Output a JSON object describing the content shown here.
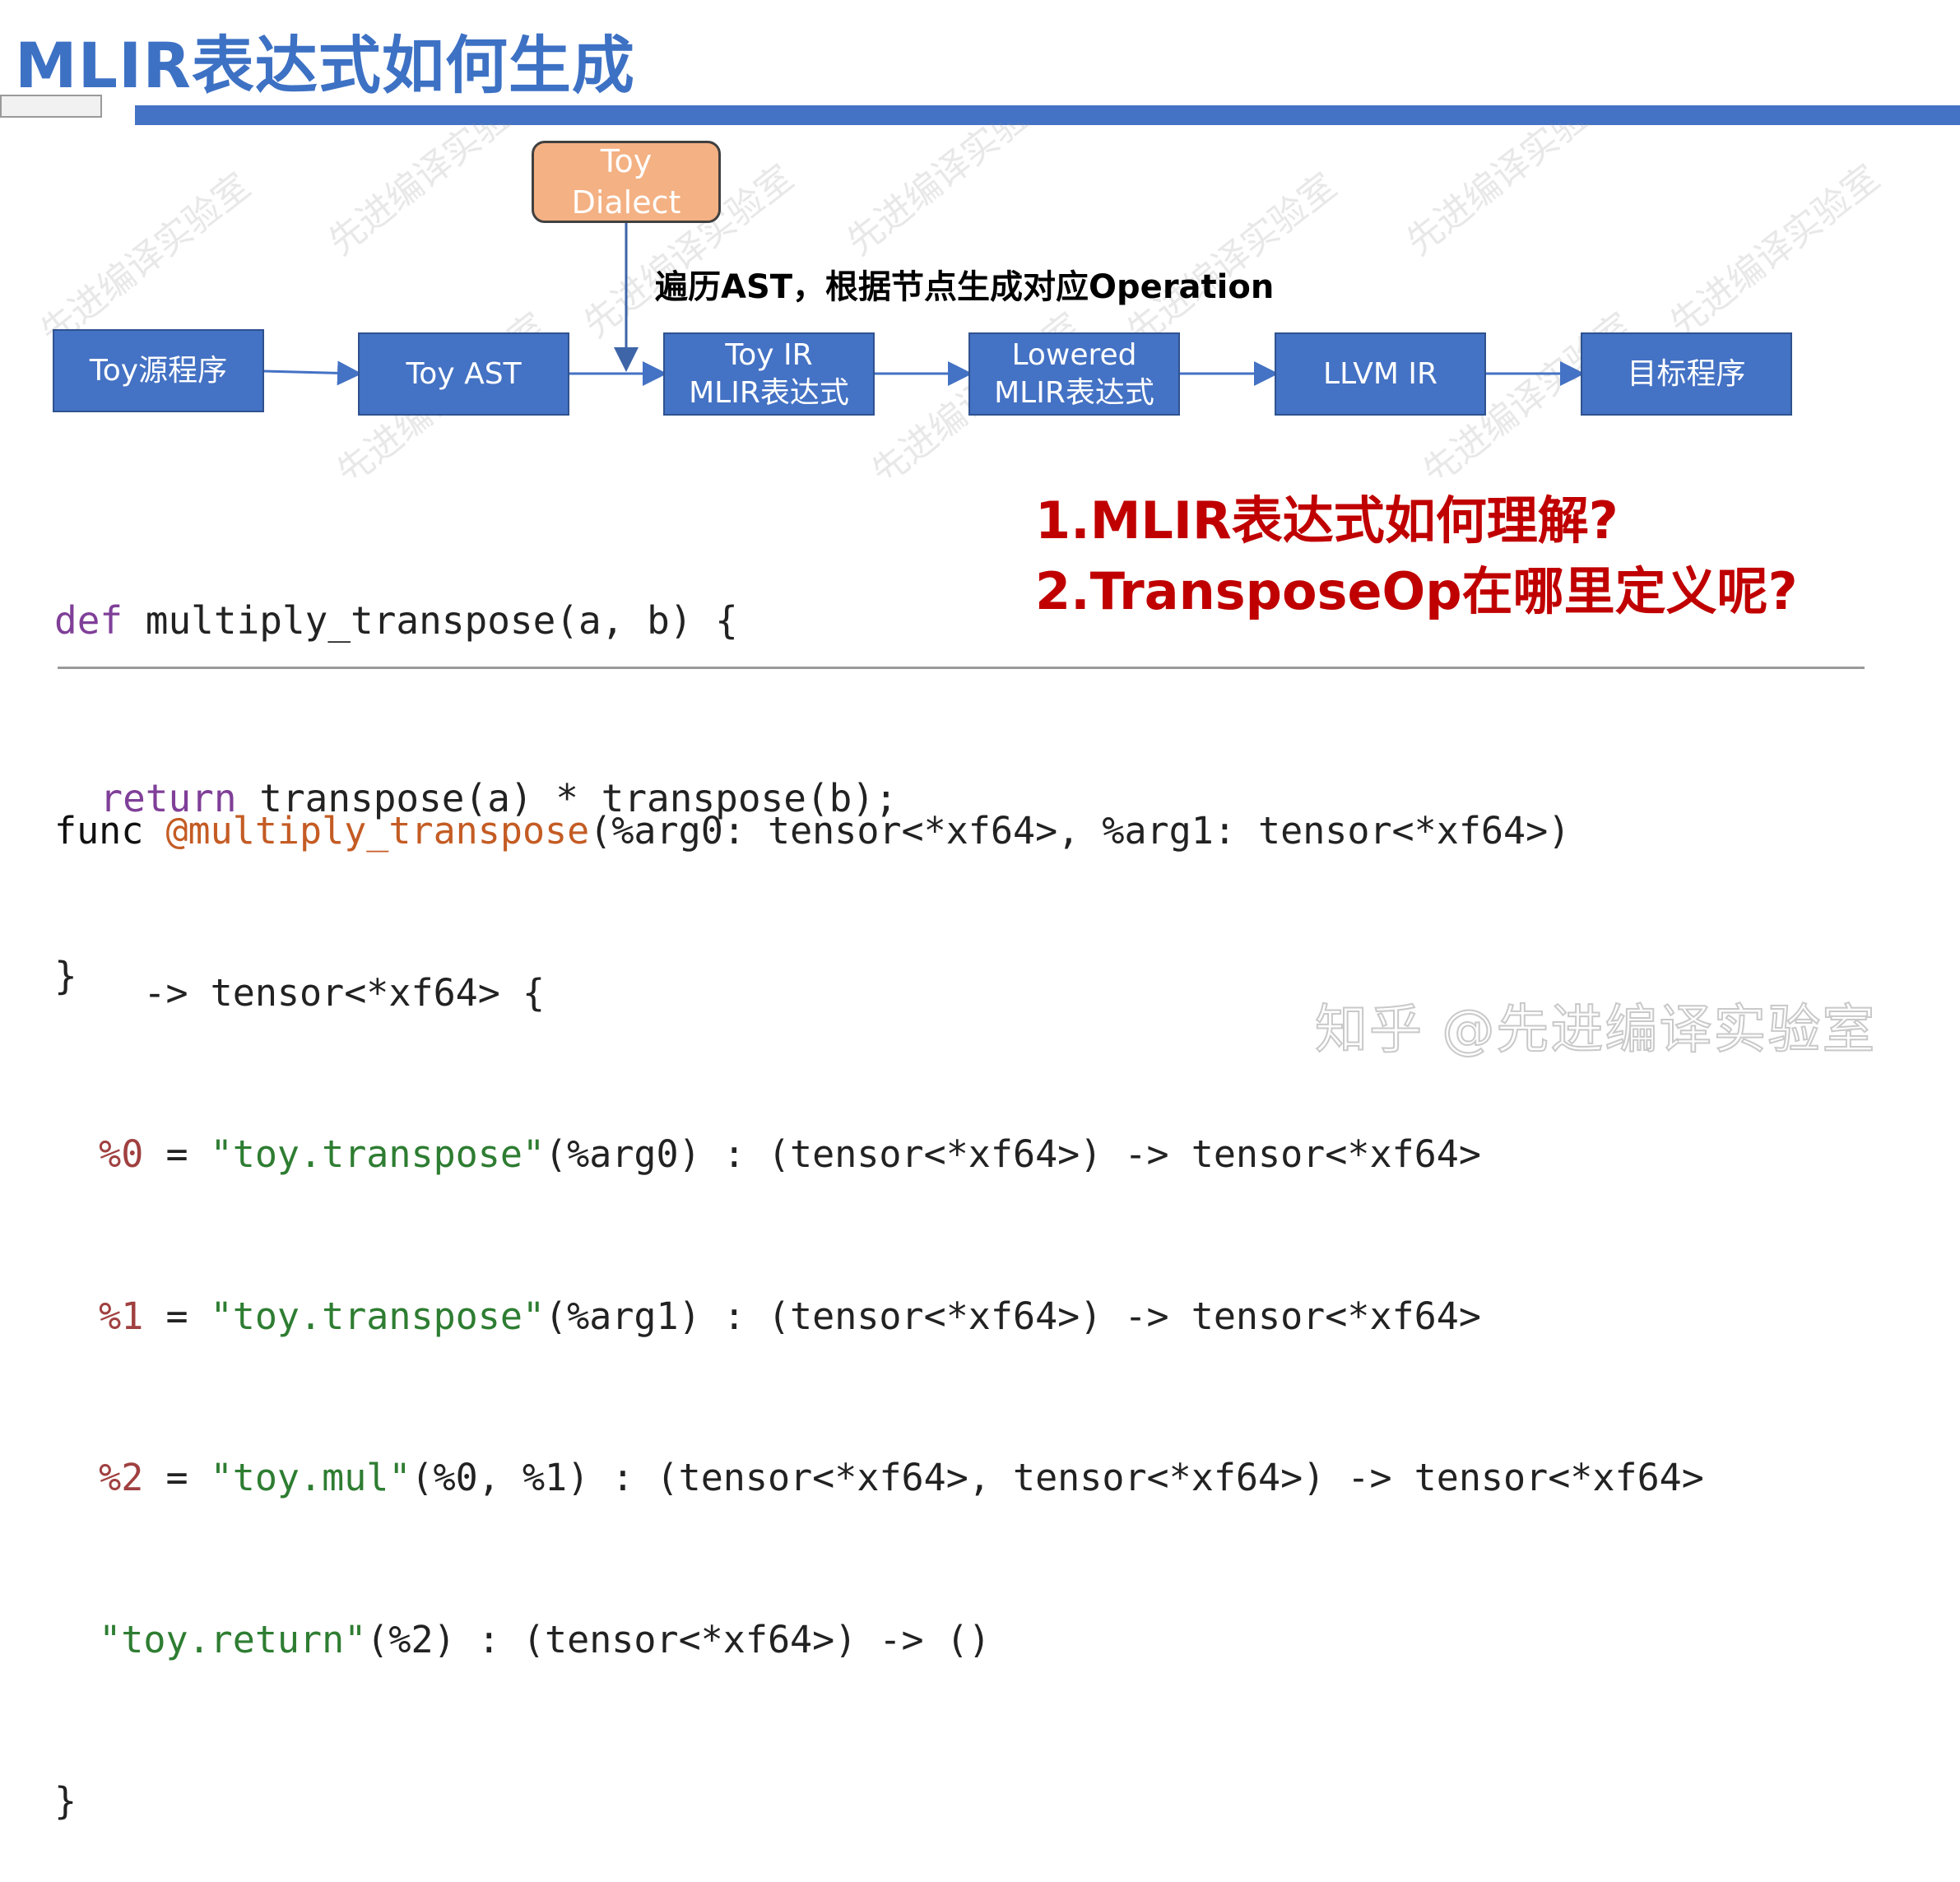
{
  "title": "MLIR表达式如何生成",
  "dialect_box": {
    "line1": "Toy",
    "line2": "Dialect"
  },
  "step_label": "遍历AST，根据节点生成对应Operation",
  "pipeline": [
    {
      "line1": "Toy源程序",
      "line2": ""
    },
    {
      "line1": "Toy AST",
      "line2": ""
    },
    {
      "line1": "Toy IR",
      "line2": "MLIR表达式"
    },
    {
      "line1": "Lowered",
      "line2": "MLIR表达式"
    },
    {
      "line1": "LLVM IR",
      "line2": ""
    },
    {
      "line1": "目标程序",
      "line2": ""
    }
  ],
  "toy_code": {
    "line1": {
      "kw": "def",
      "rest": " multiply_transpose(a, b) {"
    },
    "line2": {
      "indent": "  ",
      "kw": "return",
      "rest": " transpose(a) * transpose(b);"
    },
    "line3": "}"
  },
  "mlir_code": {
    "l1_kw": "func ",
    "l1_fn": "@multiply_transpose",
    "l1_rest": "(%arg0: tensor<*xf64>, %arg1: tensor<*xf64>)",
    "l2": "    -> tensor<*xf64> {",
    "l3_var": "  %0",
    "l3_eq": " = ",
    "l3_str": "\"toy.transpose\"",
    "l3_rest": "(%arg0) : (tensor<*xf64>) -> tensor<*xf64>",
    "l4_var": "  %1",
    "l4_eq": " = ",
    "l4_str": "\"toy.transpose\"",
    "l4_rest": "(%arg1) : (tensor<*xf64>) -> tensor<*xf64>",
    "l5_var": "  %2",
    "l5_eq": " = ",
    "l5_str": "\"toy.mul\"",
    "l5_rest": "(%0, %1) : (tensor<*xf64>, tensor<*xf64>) -> tensor<*xf64>",
    "l6_indent": "  ",
    "l6_str": "\"toy.return\"",
    "l6_rest": "(%2) : (tensor<*xf64>) -> ()",
    "l7": "}"
  },
  "questions": {
    "q1": "1.MLIR表达式如何理解?",
    "q2": "2.TransposeOp在哪里定义呢?"
  },
  "watermark_text": "先进编译实验室",
  "footer_watermark": "知乎 @先进编译实验室",
  "colors": {
    "title": "#3D71C4",
    "box_fill": "#4472C4",
    "dialect_fill": "#F4B183",
    "question": "#C00000"
  }
}
